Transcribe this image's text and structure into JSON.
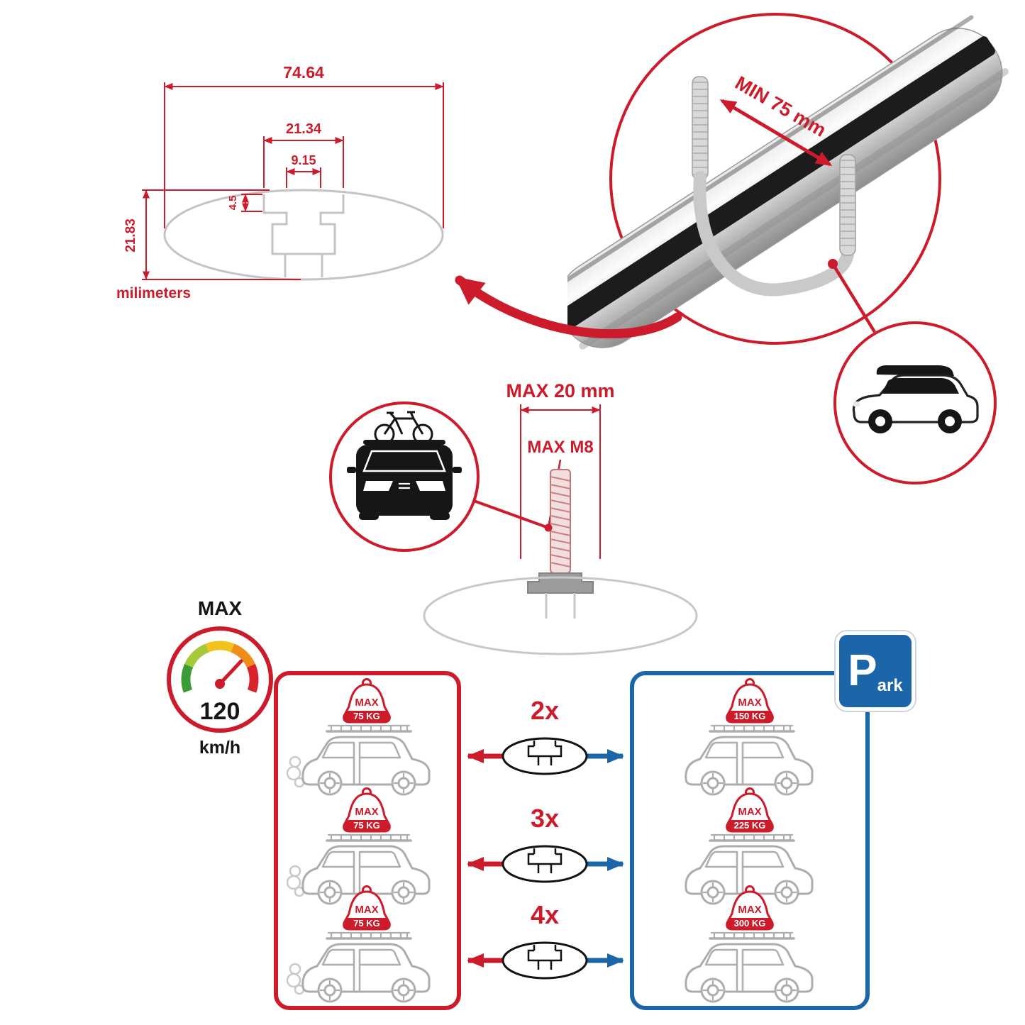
{
  "colors": {
    "accent_red": "#cc1b2b",
    "accent_blue": "#1b66a8",
    "drawing_gray": "#c6c6c6",
    "bar_silver": "#cccccc",
    "ink": "#151515"
  },
  "cross_section": {
    "overall_width": "74.64",
    "channel_width": "21.34",
    "slot_width": "9.15",
    "lip_depth": "4.5",
    "overall_height": "21.83",
    "units_label": "milimeters"
  },
  "clamp_detail": {
    "min_rail_label": "MIN 75 mm"
  },
  "bolt_detail": {
    "max_length_label": "MAX 20 mm",
    "max_thread_label": "MAX M8"
  },
  "speed_limit": {
    "title": "MAX",
    "value": "120",
    "unit": "km/h"
  },
  "capacity": {
    "moving_cars": [
      {
        "tag_title": "MAX",
        "tag_value": "75 KG"
      },
      {
        "tag_title": "MAX",
        "tag_value": "75 KG"
      },
      {
        "tag_title": "MAX",
        "tag_value": "75 KG"
      }
    ],
    "multipliers": [
      "2x",
      "3x",
      "4x"
    ],
    "parked_cars": [
      {
        "tag_title": "MAX",
        "tag_value": "150 KG"
      },
      {
        "tag_title": "MAX",
        "tag_value": "225 KG"
      },
      {
        "tag_title": "MAX",
        "tag_value": "300 KG"
      }
    ],
    "park_sign": {
      "initial": "P",
      "rest": "ark"
    }
  }
}
